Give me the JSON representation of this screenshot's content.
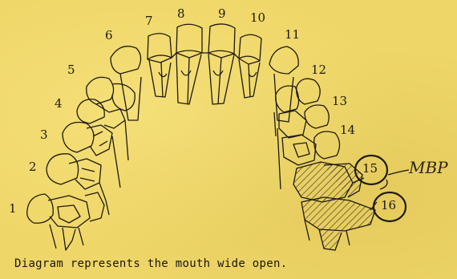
{
  "tooth_numbers": {
    "n1": "1",
    "n2": "2",
    "n3": "3",
    "n4": "4",
    "n5": "5",
    "n6": "6",
    "n7": "7",
    "n8": "8",
    "n9": "9",
    "n10": "10",
    "n11": "11",
    "n12": "12",
    "n13": "13",
    "n14": "14",
    "n15": "15",
    "n16": "16"
  },
  "caption": "Diagram represents the mouth wide open.",
  "annotation": "MBP",
  "colors": {
    "paper": "#efd668",
    "ink": "#1d1a12",
    "hatch": "#3a3528"
  }
}
